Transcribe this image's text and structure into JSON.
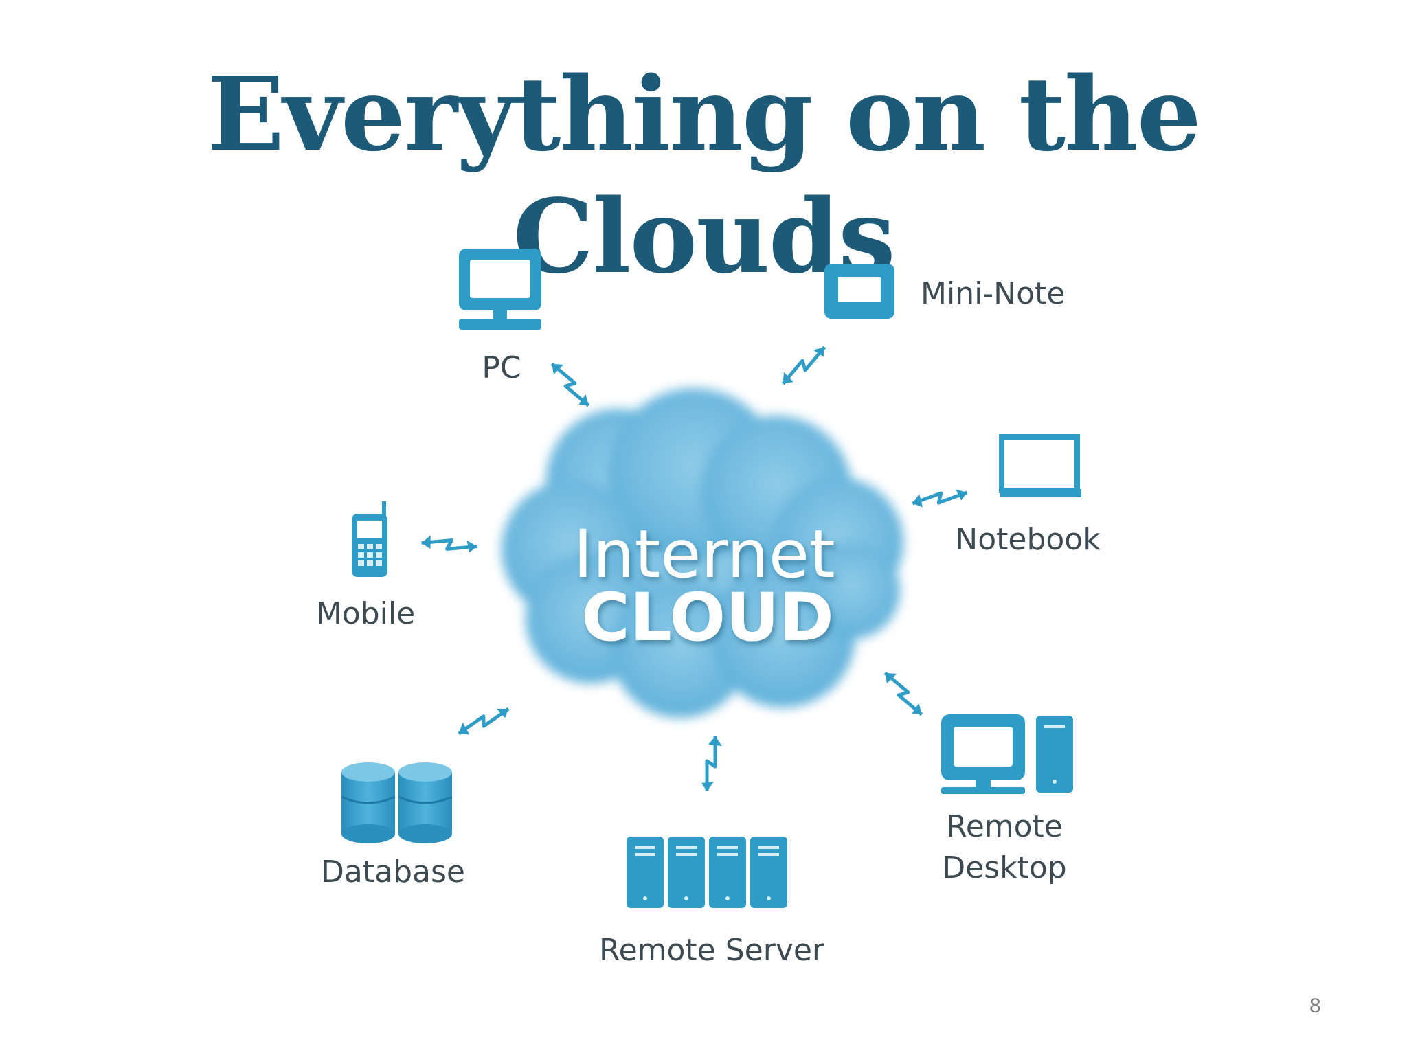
{
  "slide": {
    "title": "Everything on the Clouds",
    "page_number": "8"
  },
  "diagram": {
    "center": {
      "line1": "Internet",
      "line2": "CLOUD"
    },
    "nodes": {
      "pc": {
        "label": "PC",
        "icon": "desktop-monitor-icon"
      },
      "mini_note": {
        "label": "Mini-Note",
        "icon": "mini-note-icon"
      },
      "notebook": {
        "label": "Notebook",
        "icon": "laptop-icon"
      },
      "mobile": {
        "label": "Mobile",
        "icon": "mobile-phone-icon"
      },
      "database": {
        "label": "Database",
        "icon": "database-icon"
      },
      "remote_server": {
        "label": "Remote Server",
        "icon": "server-rack-icon"
      },
      "remote_desktop": {
        "line1": "Remote",
        "line2": "Desktop",
        "icon": "remote-desktop-icon"
      }
    },
    "colors": {
      "accent": "#2e9cc7",
      "cloud": "#74bde0",
      "title": "#1c5a78",
      "label": "#3e4a52"
    }
  }
}
